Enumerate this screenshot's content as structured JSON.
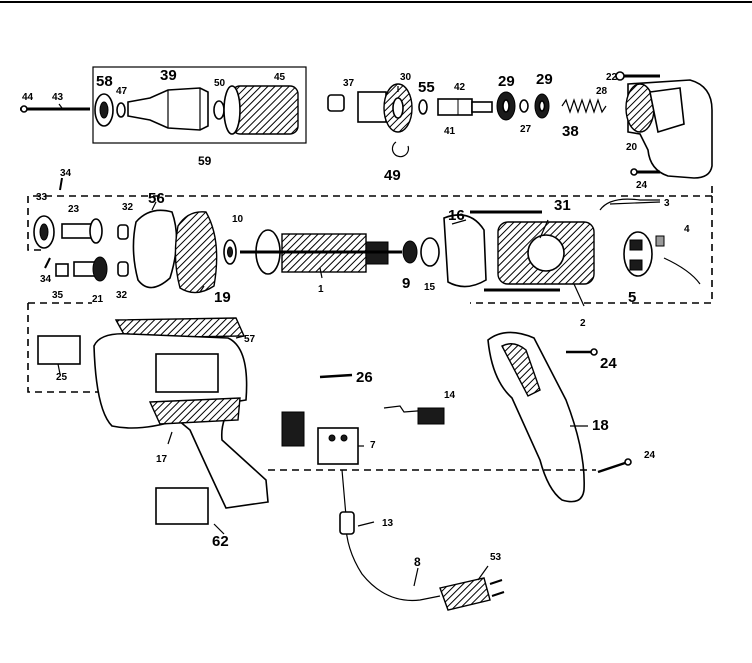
{
  "labels": {
    "p1": "1",
    "p2": "2",
    "p3": "3",
    "p4": "4",
    "p5": "5",
    "p7": "7",
    "p8": "8",
    "p9": "9",
    "p10": "10",
    "p13": "13",
    "p14": "14",
    "p15": "15",
    "p16": "16",
    "p17": "17",
    "p18": "18",
    "p19": "19",
    "p20": "20",
    "p21": "21",
    "p22": "22",
    "p23": "23",
    "p24a": "24",
    "p24b": "24",
    "p24c": "24",
    "p25": "25",
    "p26": "26",
    "p27": "27",
    "p28": "28",
    "p29a": "29",
    "p29b": "29",
    "p30": "30",
    "p31": "31",
    "p32a": "32",
    "p32b": "32",
    "p33": "33",
    "p34a": "34",
    "p34b": "34",
    "p35": "35",
    "p37": "37",
    "p38": "38",
    "p39": "39",
    "p41": "41",
    "p42": "42",
    "p43": "43",
    "p44": "44",
    "p45": "45",
    "p47": "47",
    "p49": "49",
    "p50": "50",
    "p53": "53",
    "p55": "55",
    "p56": "56",
    "p57": "57",
    "p58": "58",
    "p59": "59",
    "p62": "62"
  }
}
